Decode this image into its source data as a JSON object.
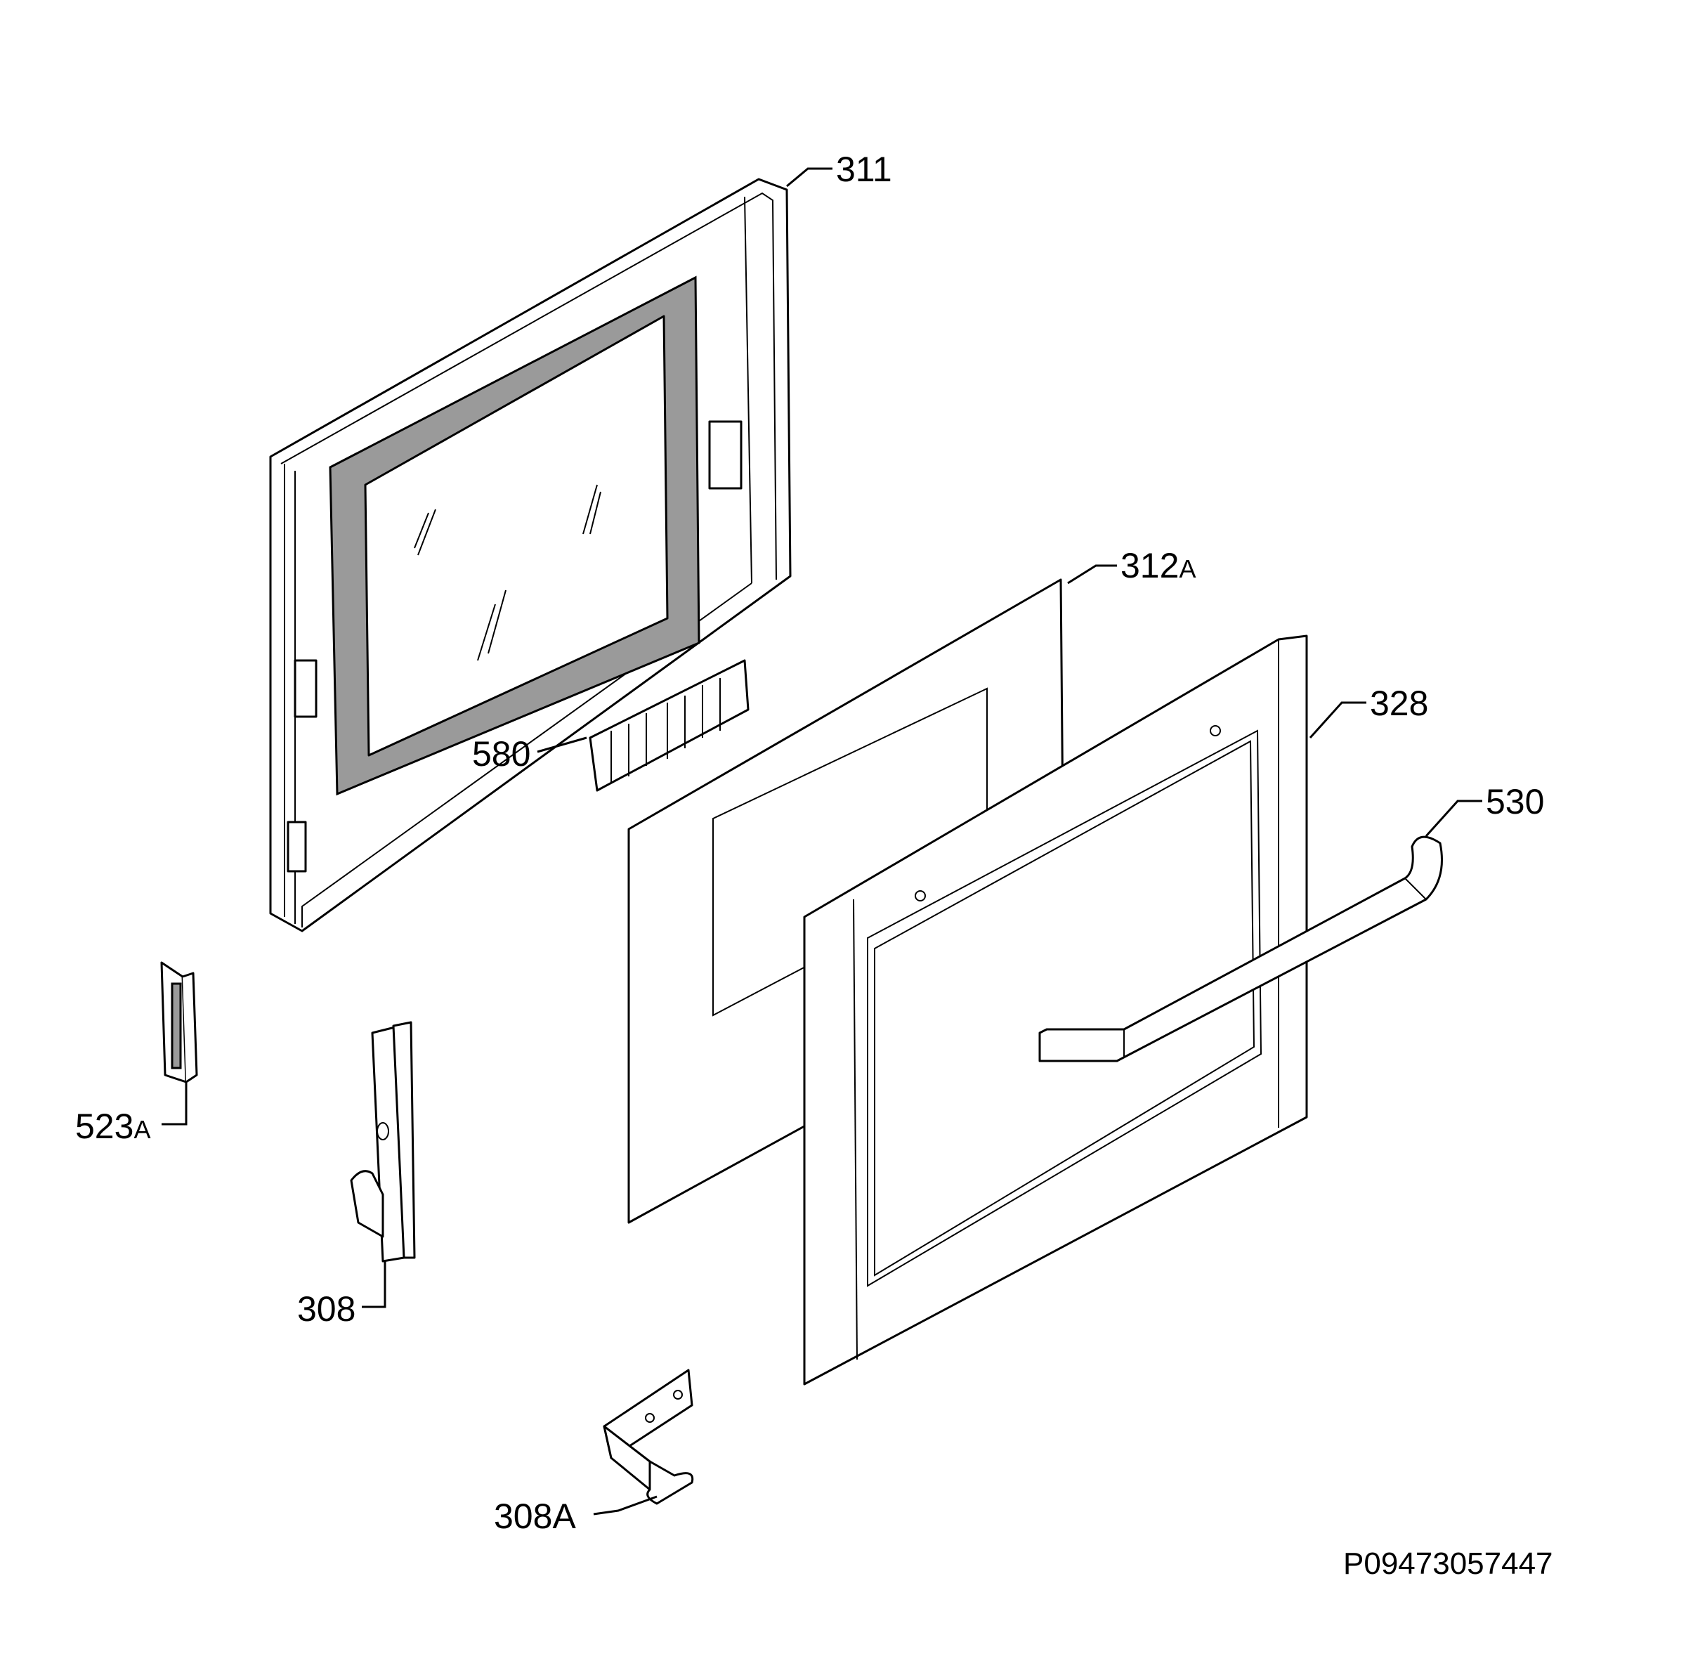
{
  "diagram": {
    "callouts": {
      "c311": "311",
      "c312": "312",
      "c312_suffix": "A",
      "c328": "328",
      "c530": "530",
      "c580": "580",
      "c523": "523",
      "c523_suffix": "A",
      "c308": "308",
      "c308a": "308",
      "c308a_suffix": "A"
    },
    "drawing_code": "P09473057447"
  }
}
